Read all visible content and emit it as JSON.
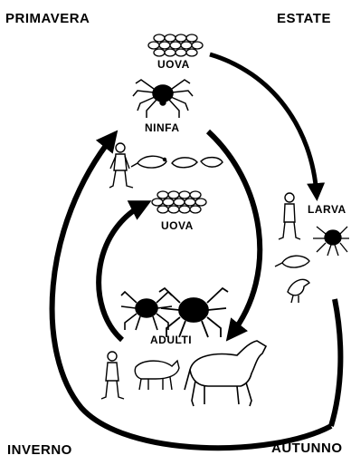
{
  "seasons": {
    "spring": "PRIMAVERA",
    "summer": "ESTATE",
    "winter": "INVERNO",
    "autumn": "AUTUNNO"
  },
  "stages": {
    "eggs_top": "UOVA",
    "nymph": "NINFA",
    "eggs_middle": "UOVA",
    "larva": "LARVA",
    "adults": "ADULTI"
  },
  "colors": {
    "ink": "#000000",
    "paper": "#ffffff"
  },
  "icons": [
    "egg-cluster-icon",
    "tick-icon",
    "human-icon",
    "rodent-icon",
    "bird-icon",
    "deer-icon",
    "horse-icon"
  ]
}
